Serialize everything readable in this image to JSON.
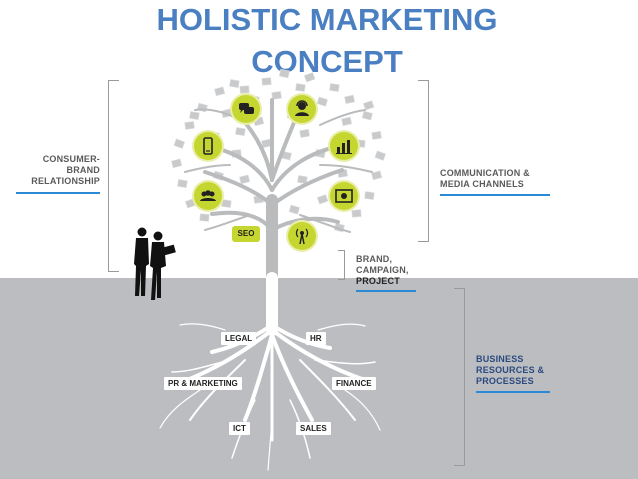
{
  "title": {
    "line1": "HOLISTIC MARKETING",
    "line2": "CONCEPT"
  },
  "left_labels": {
    "consumer": [
      "CONSUMER-",
      "BRAND",
      "RELATIONSHIP"
    ]
  },
  "right_labels": {
    "communication": [
      "COMMUNICATION &",
      "MEDIA CHANNELS"
    ],
    "brand": [
      "BRAND,",
      "CAMPAIGN,",
      "PROJECT"
    ],
    "business": [
      "BUSINESS",
      "RESOURCES &",
      "PROCESSES"
    ]
  },
  "roots": {
    "legal": "LEGAL",
    "hr": "HR",
    "pr_marketing": "PR & MARKETING",
    "finance": "FINANCE",
    "ict": "ICT",
    "sales": "SALES"
  },
  "leaves": {
    "seo": "SEO"
  },
  "icons": [
    "chat-icon",
    "support-agent-icon",
    "mobile-phone-icon",
    "bar-chart-icon",
    "group-icon",
    "video-player-icon",
    "broadcast-tower-icon"
  ],
  "colors": {
    "title": "#4a7fc1",
    "accent_blue": "#2a6db5",
    "leaf_green": "#c6d630",
    "ground": "#bcbdc0",
    "tree": "#b9bbbd"
  }
}
